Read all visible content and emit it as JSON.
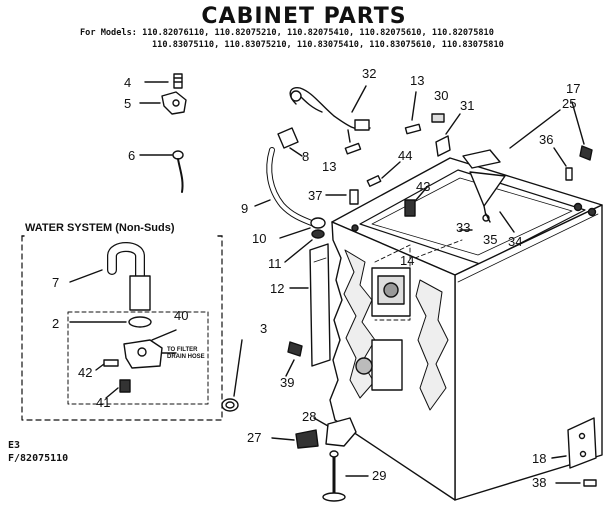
{
  "title": "CABINET PARTS",
  "models_line1": "For Models: 110.82076110, 110.82075210, 110.82075410, 110.82075610, 110.82075810",
  "models_line2": "110.83075110, 110.83075210, 110.83075410, 110.83075610, 110.83075810",
  "water_system_title": "WATER SYSTEM (Non-Suds)",
  "filter_note": "TO FILTER DRAIN HOSE",
  "footer_code": "E3",
  "footer_ref": "F/82075110",
  "part_labels": {
    "p2": "2",
    "p3": "3",
    "p4": "4",
    "p5": "5",
    "p6": "6",
    "p7": "7",
    "p8": "8",
    "p9": "9",
    "p10": "10",
    "p11": "11",
    "p12": "12",
    "p13a": "13",
    "p13b": "13",
    "p14": "14",
    "p17": "17",
    "p18": "18",
    "p25": "25",
    "p27": "27",
    "p28": "28",
    "p29": "29",
    "p30": "30",
    "p31": "31",
    "p32": "32",
    "p33": "33",
    "p34": "34",
    "p35": "35",
    "p36": "36",
    "p37": "37",
    "p38": "38",
    "p39": "39",
    "p40": "40",
    "p41": "41",
    "p42": "42",
    "p43": "43",
    "p44": "44"
  }
}
